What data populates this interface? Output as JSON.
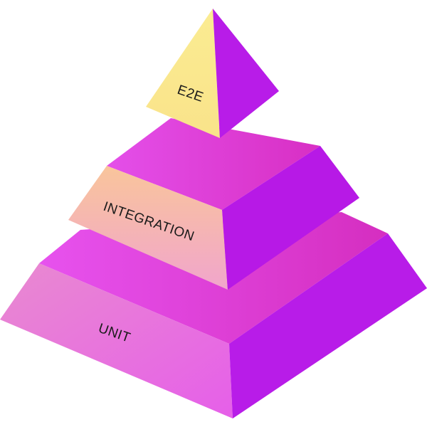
{
  "diagram": {
    "type": "test-pyramid",
    "layers": [
      {
        "id": "top",
        "label": "E2E"
      },
      {
        "id": "middle",
        "label": "INTEGRATION"
      },
      {
        "id": "bottom",
        "label": "UNIT"
      }
    ]
  },
  "colors": {
    "e2e_front": "#fbe98e",
    "e2e_right": "#b81ce8",
    "integration_top": "#e44ae6",
    "integration_front_top": "#f8c3a0",
    "integration_front_bottom": "#f3aac8",
    "integration_right": "#b719e6",
    "unit_top": "#e04be8",
    "unit_front": "#ec6fe0",
    "unit_right": "#b81be8",
    "background": "#ffffff"
  }
}
